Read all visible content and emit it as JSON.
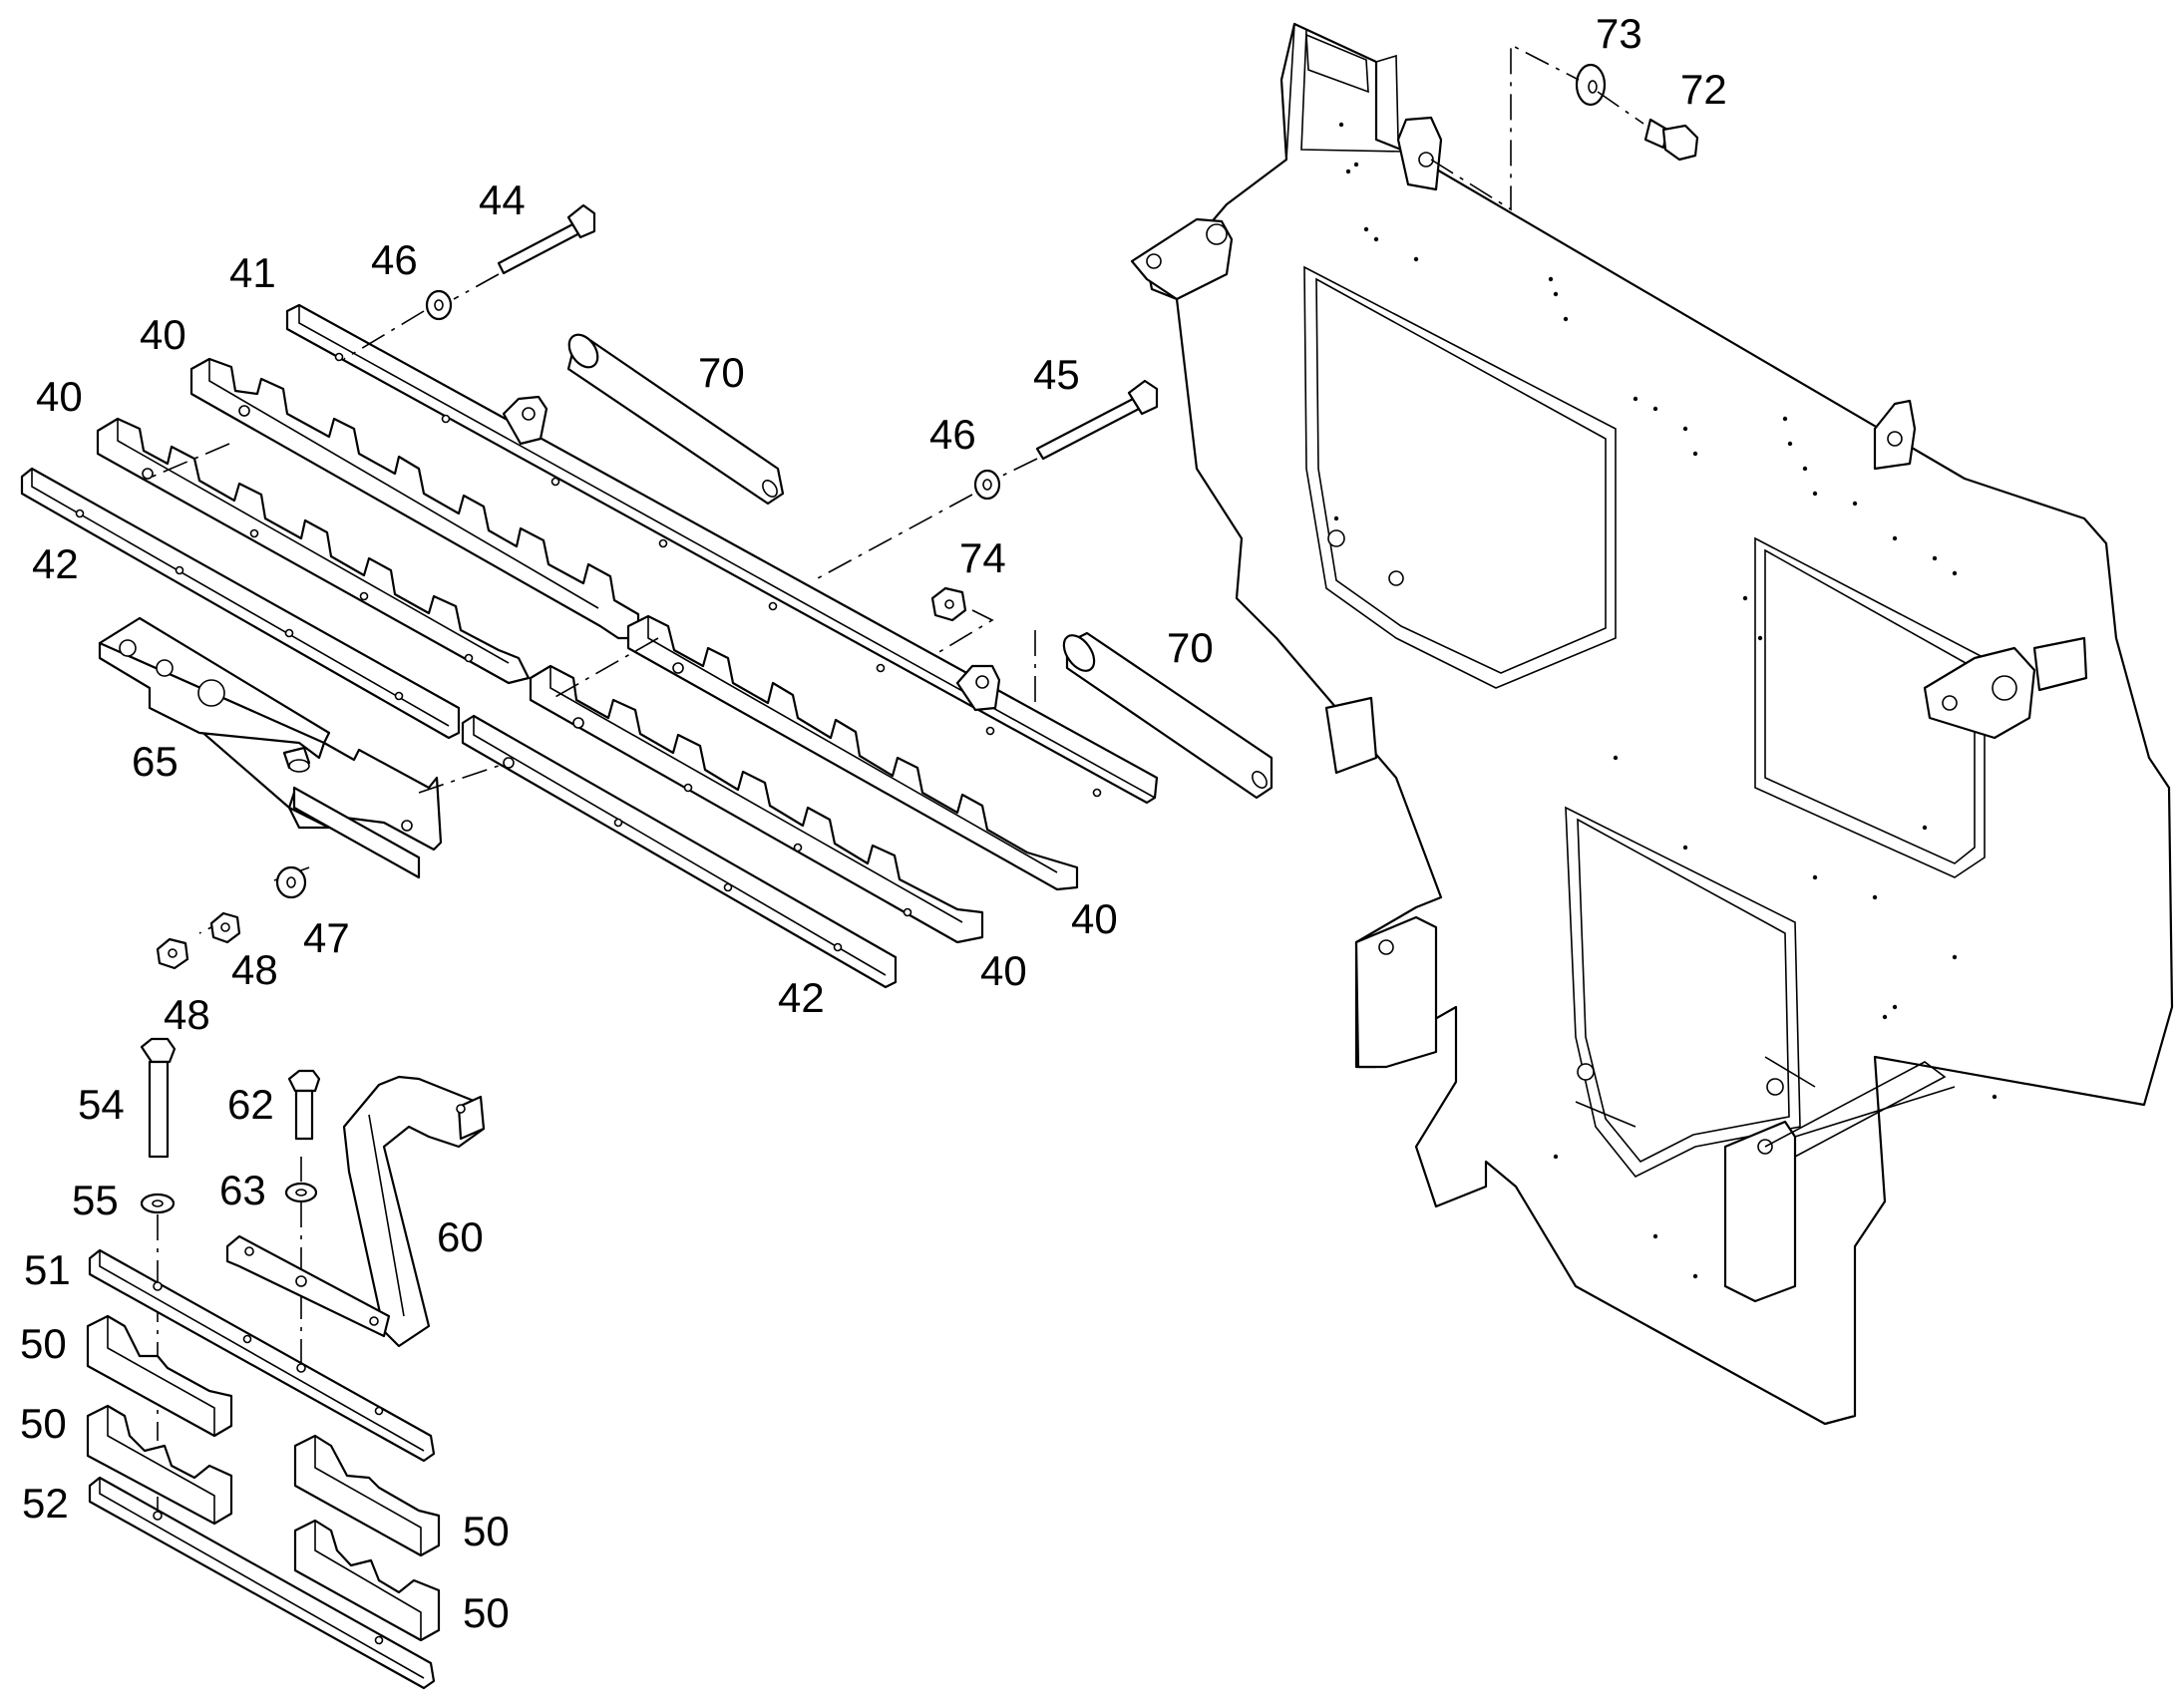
{
  "diagram": {
    "labels": [
      {
        "id": "l41",
        "text": "41"
      },
      {
        "id": "l40a",
        "text": "40"
      },
      {
        "id": "l40b",
        "text": "40"
      },
      {
        "id": "l42a",
        "text": "42"
      },
      {
        "id": "l46a",
        "text": "46"
      },
      {
        "id": "l44",
        "text": "44"
      },
      {
        "id": "l70a",
        "text": "70"
      },
      {
        "id": "l45",
        "text": "45"
      },
      {
        "id": "l46b",
        "text": "46"
      },
      {
        "id": "l74",
        "text": "74"
      },
      {
        "id": "l70b",
        "text": "70"
      },
      {
        "id": "l65",
        "text": "65"
      },
      {
        "id": "l47",
        "text": "47"
      },
      {
        "id": "l48a",
        "text": "48"
      },
      {
        "id": "l48b",
        "text": "48"
      },
      {
        "id": "l42b",
        "text": "42"
      },
      {
        "id": "l40c",
        "text": "40"
      },
      {
        "id": "l40d",
        "text": "40"
      },
      {
        "id": "l73",
        "text": "73"
      },
      {
        "id": "l72",
        "text": "72"
      },
      {
        "id": "l54",
        "text": "54"
      },
      {
        "id": "l62",
        "text": "62"
      },
      {
        "id": "l55",
        "text": "55"
      },
      {
        "id": "l63",
        "text": "63"
      },
      {
        "id": "l60",
        "text": "60"
      },
      {
        "id": "l51",
        "text": "51"
      },
      {
        "id": "l50a",
        "text": "50"
      },
      {
        "id": "l50b",
        "text": "50"
      },
      {
        "id": "l52",
        "text": "52"
      },
      {
        "id": "l50c",
        "text": "50"
      },
      {
        "id": "l50d",
        "text": "50"
      }
    ]
  }
}
